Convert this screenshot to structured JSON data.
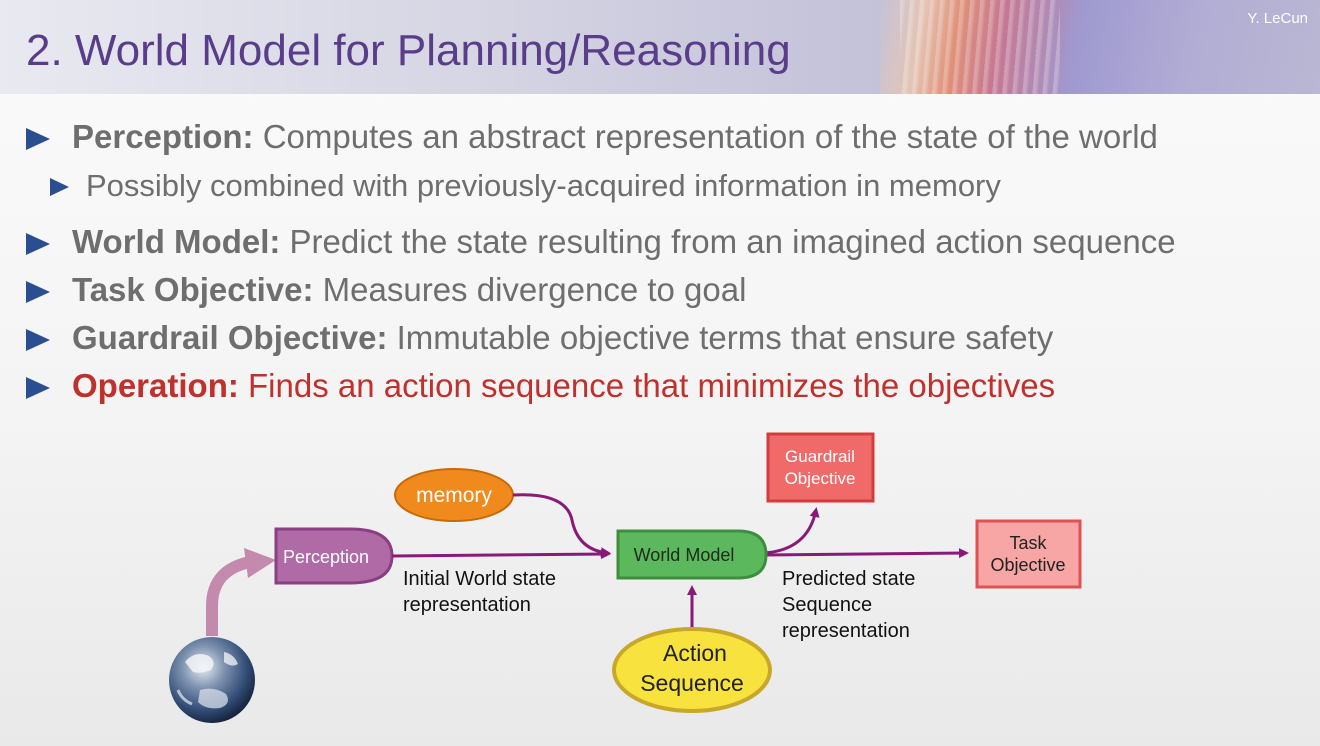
{
  "header": {
    "title": "2. World Model for Planning/Reasoning",
    "author": "Y. LeCun"
  },
  "bullets": [
    {
      "lead": "Perception:",
      "text": " Computes an abstract representation of the state of the world"
    },
    {
      "lead": "",
      "text": "Possibly combined with previously-acquired information in memory"
    },
    {
      "lead": "World Model:",
      "text": " Predict the state resulting from an imagined action sequence"
    },
    {
      "lead": "Task Objective:",
      "text": " Measures divergence to goal"
    },
    {
      "lead": "Guardrail Objective:",
      "text": " Immutable objective terms that ensure safety"
    },
    {
      "lead": "Operation:",
      "text": " Finds an action sequence that minimizes the objectives"
    }
  ],
  "diagram": {
    "memory": "memory",
    "perception": "Perception",
    "world_model": "World Model",
    "guardrail_line1": "Guardrail",
    "guardrail_line2": "Objective",
    "task_line1": "Task",
    "task_line2": "Objective",
    "action_line1": "Action",
    "action_line2": "Sequence",
    "initial_line1": "Initial World state",
    "initial_line2": "representation",
    "predicted_line1": "Predicted state",
    "predicted_line2": "Sequence",
    "predicted_line3": "representation",
    "earth": "earth-globe"
  },
  "colors": {
    "title": "#5a3d8a",
    "bullet_marker": "#2a4e8f",
    "bullet_text": "#6e6e6e",
    "operation_red": "#c0302c",
    "perception_fill": "#b06aa6",
    "memory_fill": "#f08a1c",
    "world_model_fill": "#5cb85c",
    "objective_fill": "#f06a6a",
    "action_fill": "#f7e23e",
    "arrow_purple": "#8a1a78"
  }
}
